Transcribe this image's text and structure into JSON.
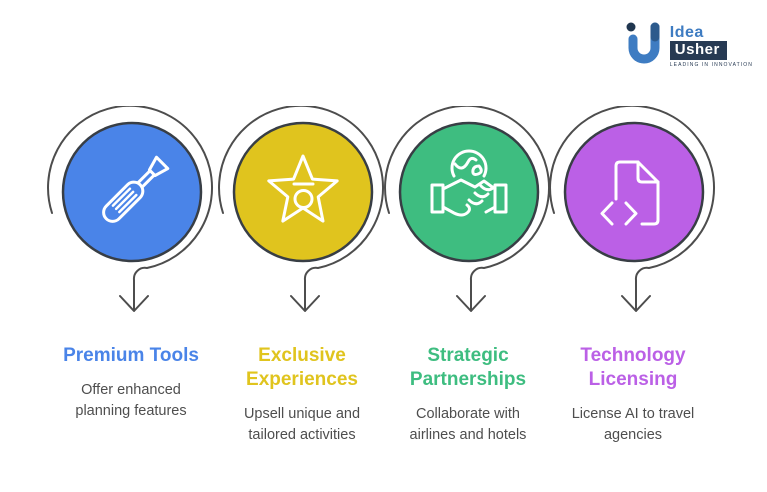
{
  "logo": {
    "brand_top": "Idea",
    "brand_bottom": "Usher",
    "tagline": "LEADING IN INNOVATION",
    "mark_blue": "#3E7CC2",
    "mark_navy": "#20364F"
  },
  "items": [
    {
      "title": "Premium Tools",
      "description": "Offer enhanced planning features",
      "color": "#4A84E8",
      "icon": "screwdriver-icon"
    },
    {
      "title": "Exclusive Experiences",
      "description": "Upsell unique and tailored activities",
      "color": "#E0C41E",
      "icon": "star-icon"
    },
    {
      "title": "Strategic Partnerships",
      "description": "Collaborate with airlines and hotels",
      "color": "#3EBD80",
      "icon": "handshake-globe-icon"
    },
    {
      "title": "Technology Licensing",
      "description": "License AI to travel agencies",
      "color": "#BB60E6",
      "icon": "document-code-icon"
    }
  ],
  "colors": {
    "ring_gray": "#4D4D4D",
    "disc_outline": "#383E45",
    "body_text": "#4E4E4E",
    "background": "#FFFFFF"
  }
}
